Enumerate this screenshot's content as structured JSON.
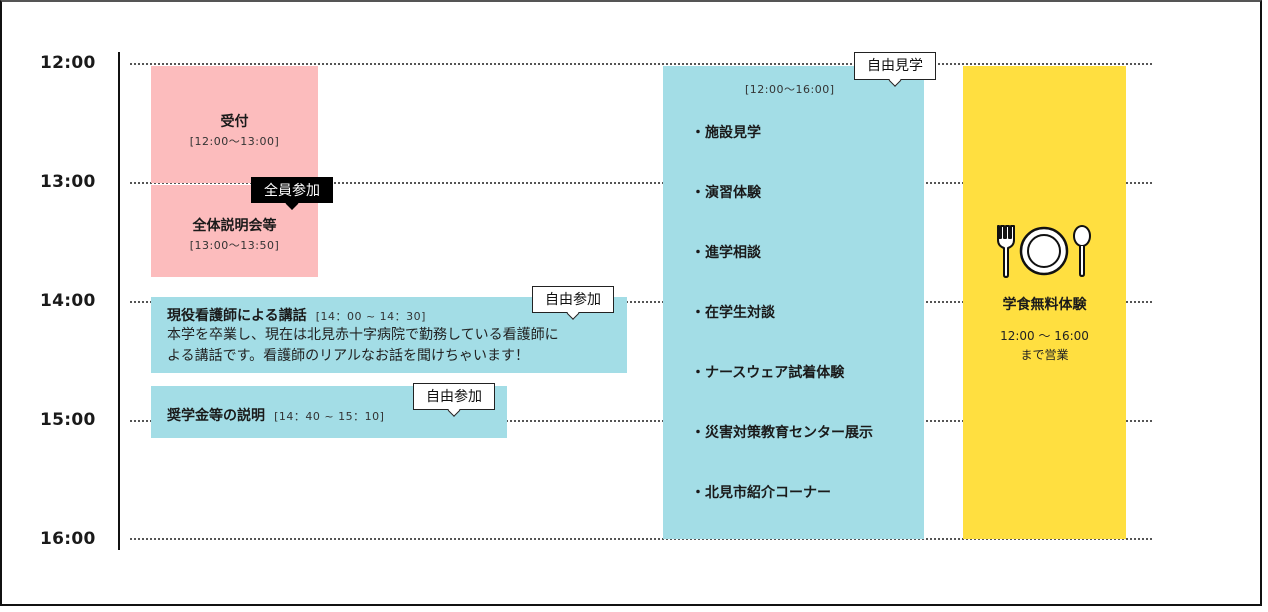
{
  "timeline": {
    "times": [
      "12:00",
      "13:00",
      "14:00",
      "15:00",
      "16:00"
    ]
  },
  "reception": {
    "title": "受付",
    "range": "[12:00〜13:00]"
  },
  "orientation": {
    "title": "全体説明会等",
    "range": "[13:00〜13:50]",
    "tag": "全員参加"
  },
  "lecture": {
    "title": "現役看護師による講話",
    "range": "[14：00 ~ 14：30]",
    "tag": "自由参加",
    "desc_line1": "本学を卒業し、現在は北見赤十字病院で勤務している看護師に",
    "desc_line2": "よる講話です。看護師のリアルなお話を聞けちゃいます！"
  },
  "scholarship": {
    "title": "奨学金等の説明",
    "range": "[14：40 ~ 15：10]",
    "tag": "自由参加"
  },
  "tour": {
    "tag": "自由見学",
    "range": "[12:00〜16:00]",
    "items": [
      "・施設見学",
      "・演習体験",
      "・進学相談",
      "・在学生対談",
      "・ナースウェア試着体験",
      "・災害対策教育センター展示",
      "・北見市紹介コーナー"
    ]
  },
  "cafeteria": {
    "icon": "fork-plate-spoon-icon",
    "title": "学食無料体験",
    "hours_line1": "12:00 ～ 16:00",
    "hours_line2": "まで営業"
  },
  "colors": {
    "pink": "#fcbcbd",
    "blue": "#a3dde6",
    "yellow": "#ffdf40"
  }
}
